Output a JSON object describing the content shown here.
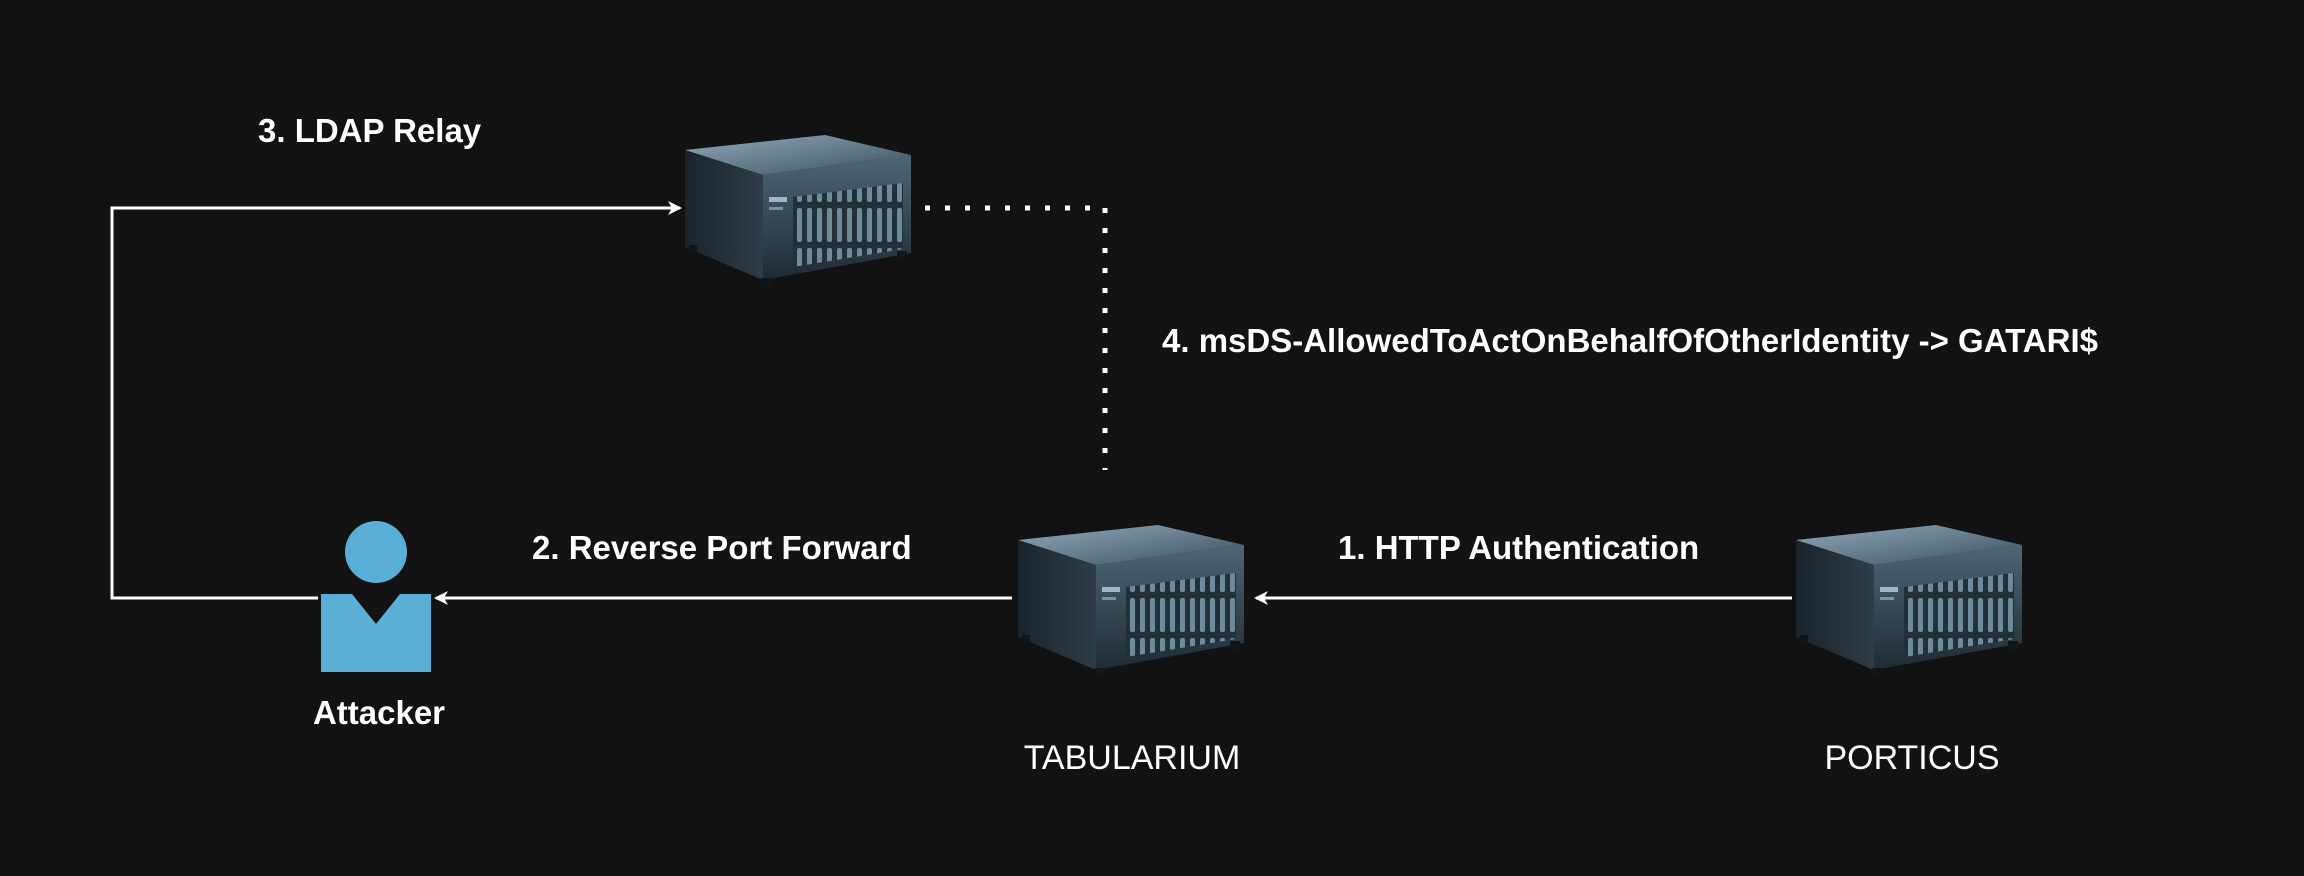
{
  "diagram": {
    "nodes": {
      "attacker": {
        "label": "Attacker",
        "icon": "user-icon",
        "color": "#5aafd6"
      },
      "domain_controller": {
        "label": "",
        "icon": "server-icon"
      },
      "tabularium": {
        "label": "TABULARIUM",
        "icon": "server-icon"
      },
      "porticus": {
        "label": "PORTICUS",
        "icon": "server-icon"
      }
    },
    "steps": {
      "http_auth": "1. HTTP Authentication",
      "reverse_port_forward": "2. Reverse Port Forward",
      "ldap_relay": "3. LDAP Relay",
      "rbcd_write": "4. msDS-AllowedToActOnBehalfOfOtherIdentity -> GATARI$"
    },
    "colors": {
      "background": "#121212",
      "line": "#ffffff",
      "text": "#ffffff",
      "user_icon": "#5aafd6"
    }
  }
}
